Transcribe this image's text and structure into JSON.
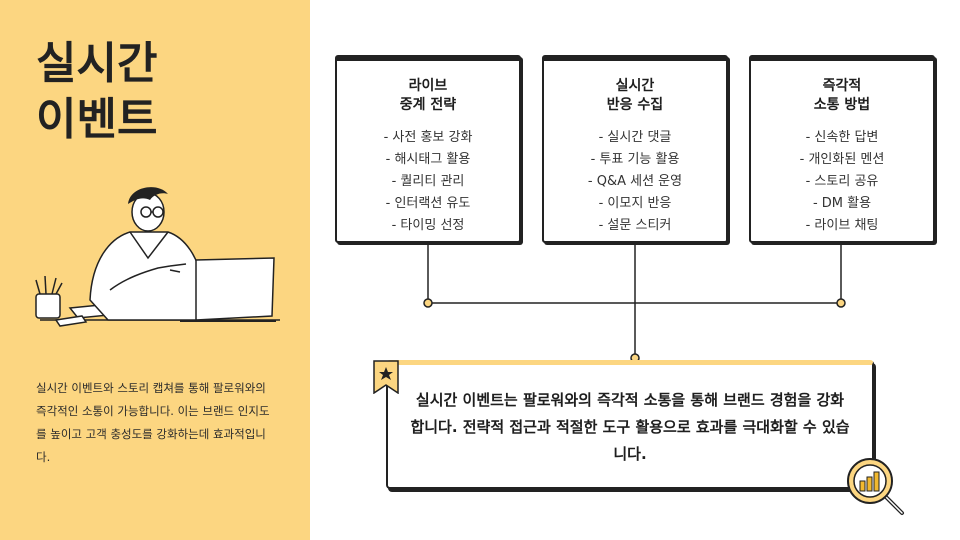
{
  "title_lines": [
    "실시간",
    "이벤트"
  ],
  "description": "실시간 이벤트와 스토리 캡쳐를 통해 팔로워와의 즉각적인 소통이 가능합니다. 이는 브랜드 인지도를 높이고 고객 충성도를 강화하는데 효과적입니다.",
  "cards": [
    {
      "title": "라이브\n중계 전략",
      "items": [
        "- 사전 홍보 강화",
        "- 해시태그 활용",
        "- 퀄리티 관리",
        "- 인터랙션 유도",
        "- 타이밍 선정"
      ]
    },
    {
      "title": "실시간\n반응 수집",
      "items": [
        "- 실시간 댓글",
        "- 투표 기능 활용",
        "- Q&A 세션 운영",
        "- 이모지 반응",
        "- 설문 스티커"
      ]
    },
    {
      "title": "즉각적\n소통 방법",
      "items": [
        "- 신속한 답변",
        "- 개인화된 멘션",
        "- 스토리 공유",
        "- DM 활용",
        "- 라이브 채팅"
      ]
    }
  ],
  "summary": "실시간 이벤트는 팔로워와의 즉각적 소통을 통해 브랜드 경험을 강화합니다. 전략적 접근과 적절한 도구 활용으로 효과를 극대화할 수 있습니다.",
  "colors": {
    "accent": "#fcd681",
    "ink": "#222222",
    "background": "#ffffff"
  },
  "icons": [
    "person-at-laptop-illustration",
    "star-ribbon-icon",
    "magnifier-chart-icon"
  ]
}
